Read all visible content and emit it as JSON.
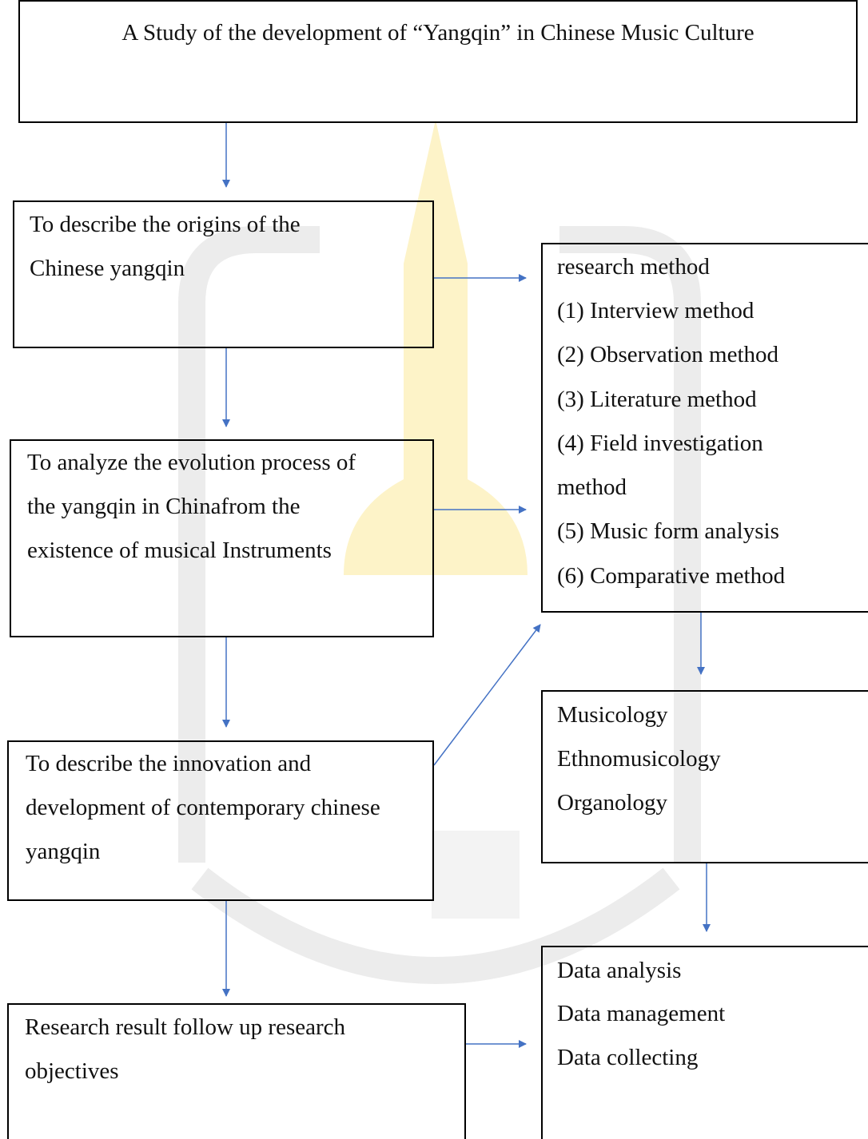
{
  "colors": {
    "border": "#000000",
    "arrow": "#4472C4",
    "text": "#111111",
    "watermark_gray": "#e2e2e2",
    "watermark_yellow": "#fdf3c0"
  },
  "title_box": {
    "text": "A Study of the development of “Yangqin” in Chinese Music Culture"
  },
  "objective_1": {
    "lines": [
      "To describe the origins of the",
      "Chinese yangqin"
    ]
  },
  "objective_2": {
    "lines": [
      "To analyze the evolution process of",
      "the yangqin in Chinafrom the",
      "existence of musical Instruments"
    ]
  },
  "objective_3": {
    "lines": [
      "To describe the innovation and",
      "development of contemporary chinese",
      "yangqin"
    ]
  },
  "result_box": {
    "lines": [
      "Research result follow up research",
      "objectives"
    ]
  },
  "method_box": {
    "heading": "research method",
    "items": [
      "(1) Interview method",
      "(2) Observation method",
      "(3) Literature method",
      "(4) Field investigation",
      "method",
      "(5) Music form analysis",
      "(6) Comparative method"
    ]
  },
  "discipline_box": {
    "items": [
      "Musicology",
      "Ethnomusicology",
      "Organology"
    ]
  },
  "data_box": {
    "items": [
      "Data analysis",
      "Data management",
      "Data collecting"
    ]
  }
}
